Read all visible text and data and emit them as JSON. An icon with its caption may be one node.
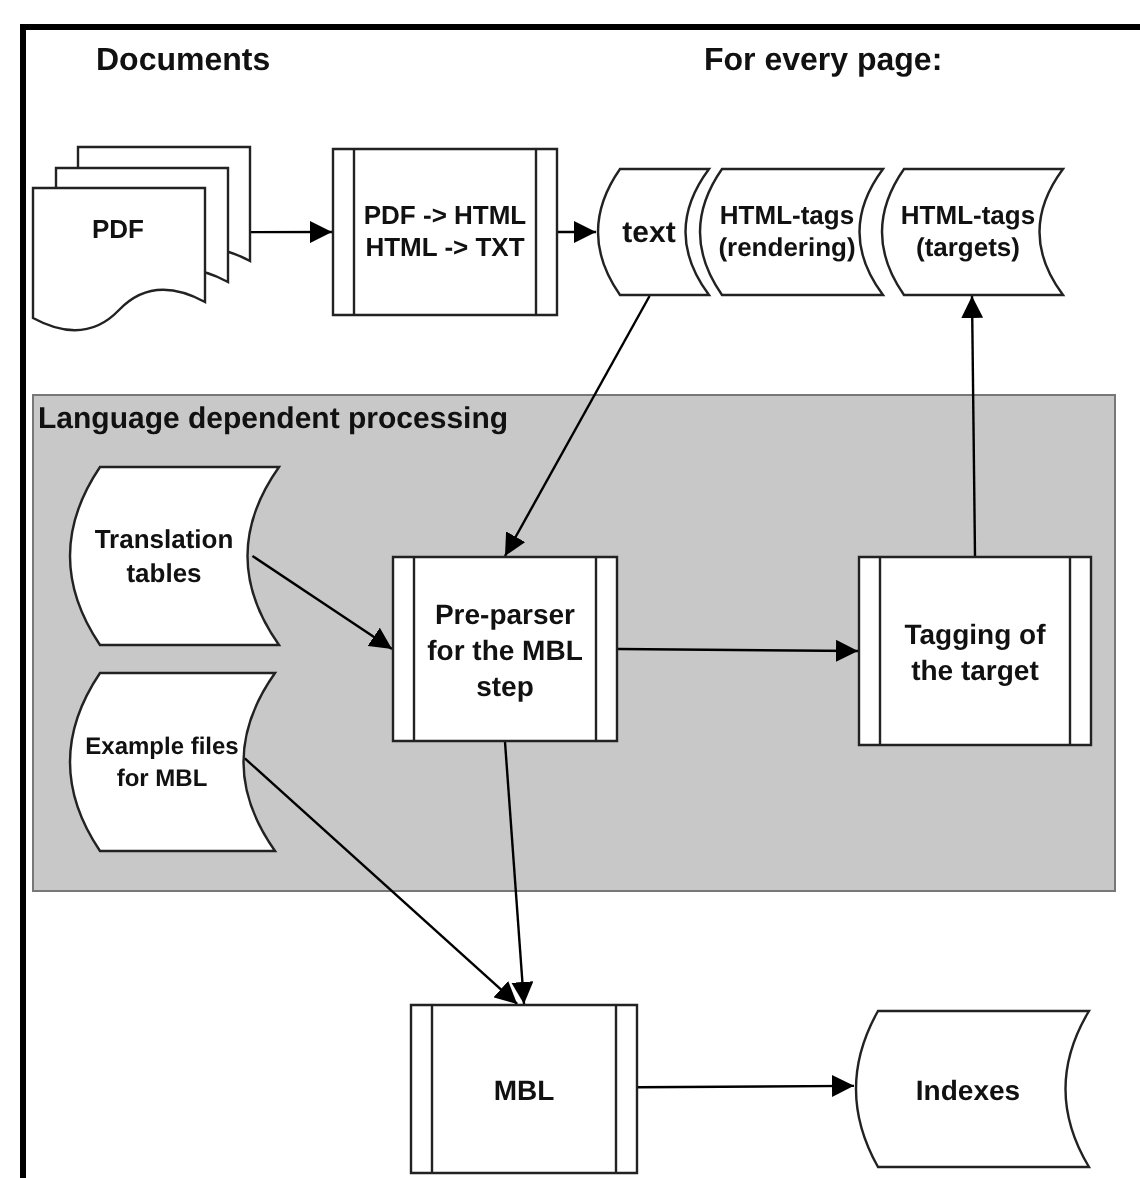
{
  "diagram": {
    "nodes": [
      {
        "text": [
          "PDF"
        ]
      },
      {
        "text": [
          "PDF -> HTML HTML -> TXT"
        ]
      },
      {
        "text": [
          "text"
        ]
      },
      {
        "text": [
          "HTML-tags (rendering)"
        ]
      },
      {
        "text": [
          "HTML-tags (targets)"
        ]
      },
      {
        "text": [
          "Language dependent processing"
        ]
      },
      {
        "text": [
          "Translation tables"
        ],
        "in": 5
      },
      {
        "text": [
          "Example files for MBL"
        ],
        "in": 5
      },
      {
        "text": [
          "Pre-parser for the MBL step"
        ],
        "in": 5
      },
      {
        "text": [
          "Tagging of the target"
        ],
        "in": 5
      },
      {
        "text": [
          "MBL"
        ]
      },
      {
        "text": [
          "Indexes"
        ]
      }
    ],
    "edges": [
      {
        "from": 0,
        "to": 1,
        "arrow": "to"
      },
      {
        "from": 1,
        "to": 2,
        "arrow": "to"
      },
      {
        "from": 2,
        "to": 8,
        "arrow": "to"
      },
      {
        "from": 6,
        "to": 8,
        "arrow": "to"
      },
      {
        "from": 8,
        "to": 9,
        "arrow": "to"
      },
      {
        "from": 9,
        "to": 4,
        "arrow": "to"
      },
      {
        "from": 8,
        "to": 10,
        "arrow": "to"
      },
      {
        "from": 7,
        "to": 10,
        "arrow": "to"
      },
      {
        "from": 10,
        "to": 11,
        "arrow": "to"
      }
    ],
    "labels": [
      "Documents",
      "For every page:"
    ]
  }
}
